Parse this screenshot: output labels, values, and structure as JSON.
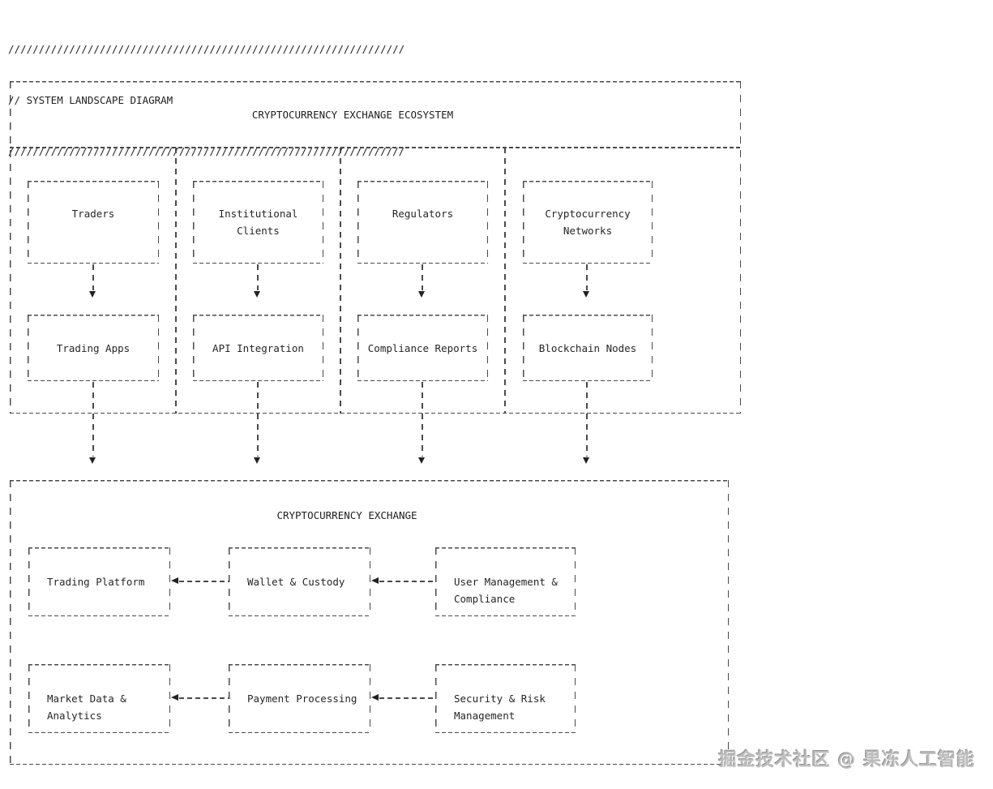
{
  "header": {
    "slash_line": "/////////////////////////////////////////////////////////////////",
    "comment_line": "// SYSTEM LANDSCAPE DIAGRAM"
  },
  "ecosystem": {
    "title": "CRYPTOCURRENCY EXCHANGE ECOSYSTEM",
    "columns": [
      {
        "actor": "Traders",
        "system": "Trading Apps"
      },
      {
        "actor": "Institutional Clients",
        "system": "API Integration"
      },
      {
        "actor": "Regulators",
        "system": "Compliance Reports"
      },
      {
        "actor": "Cryptocurrency Networks",
        "system": "Blockchain Nodes"
      }
    ]
  },
  "exchange": {
    "title": "CRYPTOCURRENCY EXCHANGE",
    "rows": [
      {
        "left": "Trading Platform",
        "middle": "Wallet & Custody",
        "right": "User Management & Compliance"
      },
      {
        "left": "Market Data & Analytics",
        "middle": "Payment Processing",
        "right": "Security & Risk Management"
      }
    ]
  },
  "watermark": "掘金技术社区 @ 果冻人工智能",
  "colors": {
    "line": "#4a4a4a",
    "text": "#262626",
    "background": "#ffffff",
    "watermark": "#bdbdbd"
  }
}
